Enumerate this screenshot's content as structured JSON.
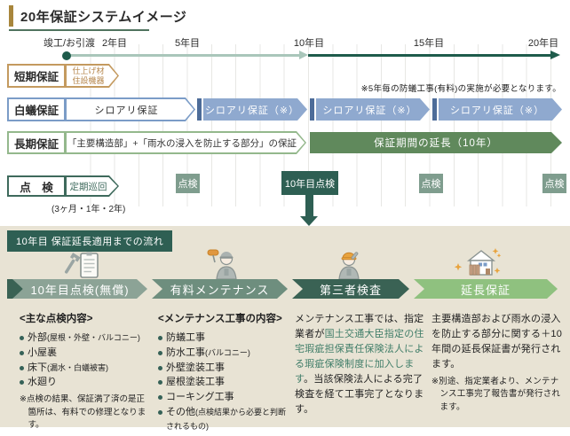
{
  "title": "20年保証システムイメージ",
  "timeline": {
    "ticks": [
      "竣工/お引渡",
      "2年目",
      "5年目",
      "10年目",
      "15年目",
      "20年目"
    ]
  },
  "warranty_note": "※5年毎の防蟻工事(有料)の実施が必要となります。",
  "rows": {
    "short_term": {
      "label": "短期保証",
      "item_line1": "仕上げ材",
      "item_line2": "住設機器"
    },
    "termite": {
      "label": "白蟻保証",
      "initial": "シロアリ保証",
      "extended": "シロアリ保証（※）"
    },
    "long_term": {
      "label": "長期保証",
      "initial": "「主要構造部」+「雨水の浸入を防止する部分」の保証",
      "extended": "保証期間の延長（10年）"
    },
    "inspection": {
      "label": "点　検",
      "initial": "定期巡回",
      "schedule": "(3ヶ月・1年・2年)",
      "checkpoints": [
        "点検",
        "10年目点検",
        "点検",
        "点検"
      ]
    }
  },
  "flow": {
    "header": "10年目 保証延長適用までの流れ",
    "steps": [
      {
        "label": "10年目点検(無償)",
        "icon": "clipboard-wrench-icon"
      },
      {
        "label": "有料メンテナンス",
        "icon": "paint-roller-worker-icon"
      },
      {
        "label": "第三者検査",
        "icon": "inspector-worker-icon"
      },
      {
        "label": "延長保証",
        "icon": "house-sparkle-icon"
      }
    ],
    "columns": {
      "inspection": {
        "header": "<主な点検内容>",
        "items": [
          {
            "main": "外部",
            "sub": "(屋根・外壁・バルコニー)"
          },
          {
            "main": "小屋裏",
            "sub": ""
          },
          {
            "main": "床下",
            "sub": "(漏水・白蟻被害)"
          },
          {
            "main": "水廻り",
            "sub": ""
          }
        ],
        "note": "※点検の結果、保証満了済の是正箇所は、有料での修理となります。"
      },
      "maintenance": {
        "header": "<メンテナンス工事の内容>",
        "items": [
          {
            "main": "防蟻工事",
            "sub": ""
          },
          {
            "main": "防水工事",
            "sub": "(バルコニー)"
          },
          {
            "main": "外壁塗装工事",
            "sub": ""
          },
          {
            "main": "屋根塗装工事",
            "sub": ""
          },
          {
            "main": "コーキング工事",
            "sub": ""
          },
          {
            "main": "その他",
            "sub": "(点検結果から必要と判断されるもの)"
          }
        ]
      },
      "third_party": {
        "text_pre": "メンテナンス工事では、指定業者が",
        "text_highlight": "国土交通大臣指定の住宅瑕疵担保責任保険法人による瑕疵保険制度に加入します",
        "text_post": "。当該保険法人による完了検査を経て工事完了となります。"
      },
      "extension": {
        "text": "主要構造部および雨水の浸入を防止する部分に関する＋10年間の延長保証書が発行されます。",
        "note": "※別途、指定業者より、メンテナンス工事完了報告書が発行されます。"
      }
    }
  },
  "colors": {
    "title_accent_gold": "#a8863c",
    "title_underline_green": "#50735f",
    "timeline_light_green": "#a9c6ba",
    "timeline_dark_green": "#1e5b4b",
    "short_term_orange": "#c49a5f",
    "termite_blue_border": "#7b9cc7",
    "termite_blue_fill": "#8fa9cf",
    "termite_blue_dark": "#4d6c99",
    "long_term_green_border": "#94b88c",
    "extension_green_fill": "#60895c",
    "inspection_sage": "#7f9d8e",
    "inspection_dark_teal": "#2e5f53",
    "panel_beige": "#e8e3d4",
    "band1": "#8ca396",
    "band2": "#6e8e7e",
    "band3": "#3a6254",
    "band4": "#8fc17f",
    "highlight_text_green": "#3f7d68",
    "icon_orange": "#e8a33d"
  }
}
